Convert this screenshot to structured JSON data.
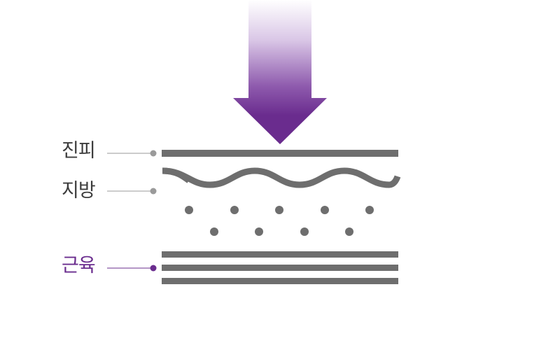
{
  "labels": {
    "dermis": "진피",
    "fat": "지방",
    "muscle": "근육"
  },
  "colors": {
    "layer_gray": "#6e6e6e",
    "leader_gray": "#9a9a9a",
    "label_gray": "#3c3c3c",
    "accent_purple": "#6a2c8e",
    "arrow_top": "#ffffff",
    "arrow_bottom": "#6a2c8e"
  },
  "icons": {
    "arrow": "down-arrow-icon"
  }
}
